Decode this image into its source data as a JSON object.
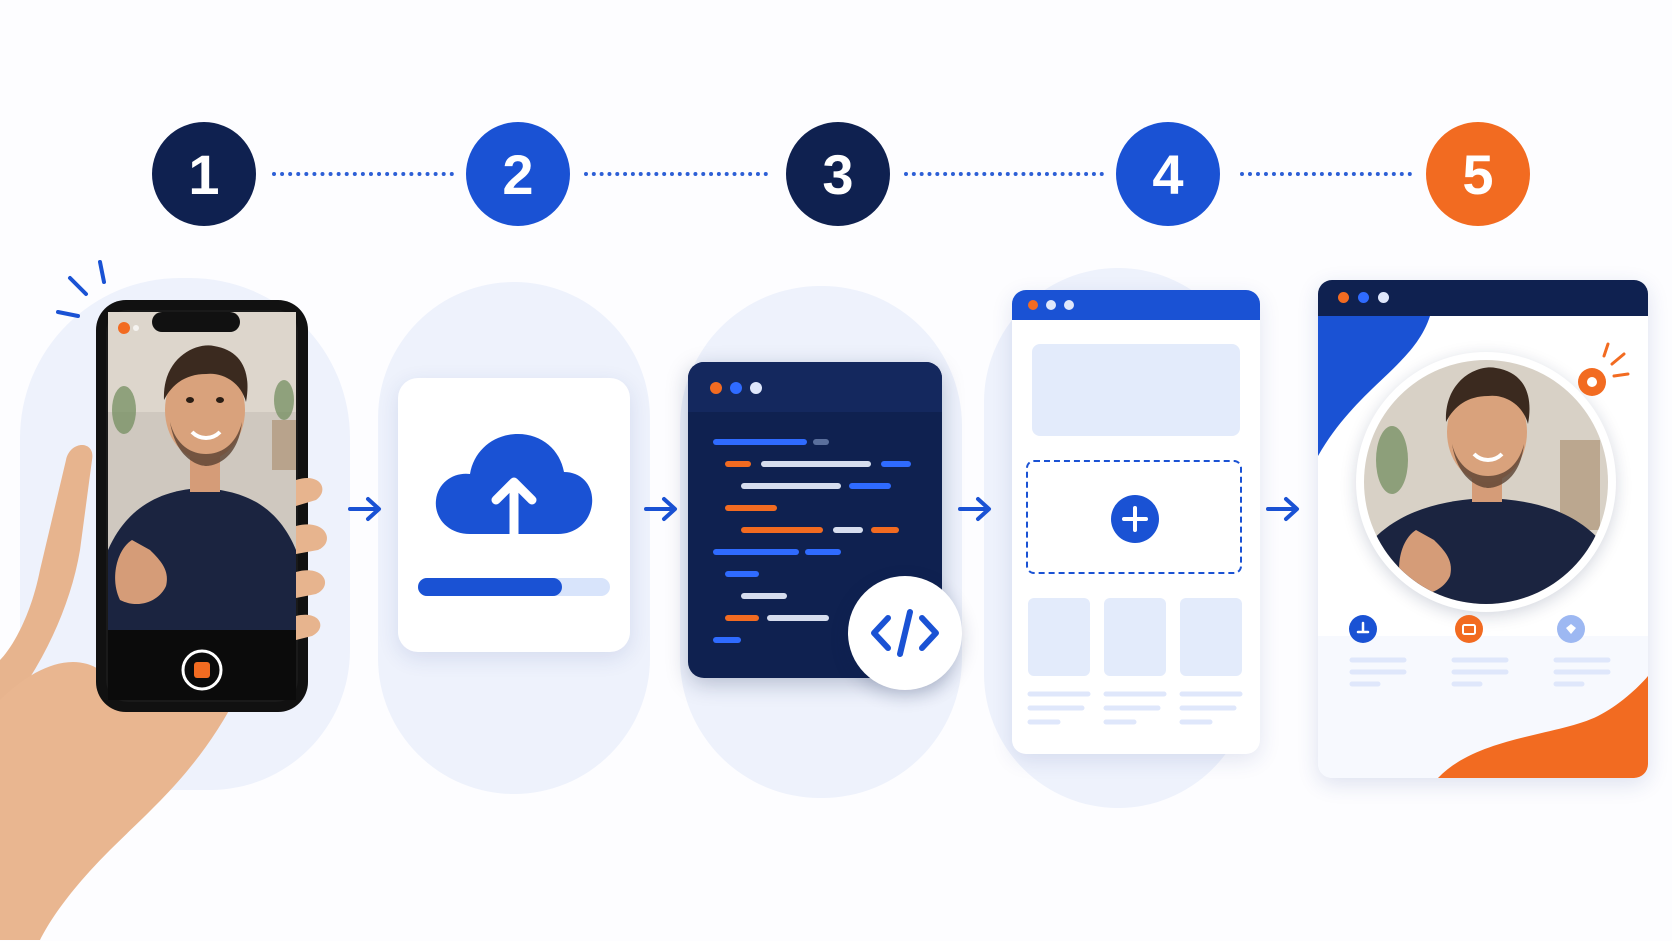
{
  "steps": [
    {
      "number": "1",
      "color": "#0f2150"
    },
    {
      "number": "2",
      "color": "#1a52d4"
    },
    {
      "number": "3",
      "color": "#0f2150"
    },
    {
      "number": "4",
      "color": "#1a52d4"
    },
    {
      "number": "5",
      "color": "#f26b21"
    }
  ],
  "colors": {
    "navy": "#0f2150",
    "blue": "#1a52d4",
    "orange": "#f26b21",
    "pale": "#e3ebfb",
    "blob": "#eef2fc"
  },
  "icons": {
    "record": "record-button-icon",
    "upload": "cloud-upload-icon",
    "code": "code-brackets-icon",
    "add": "plus-icon"
  },
  "upload_progress": 0.75
}
